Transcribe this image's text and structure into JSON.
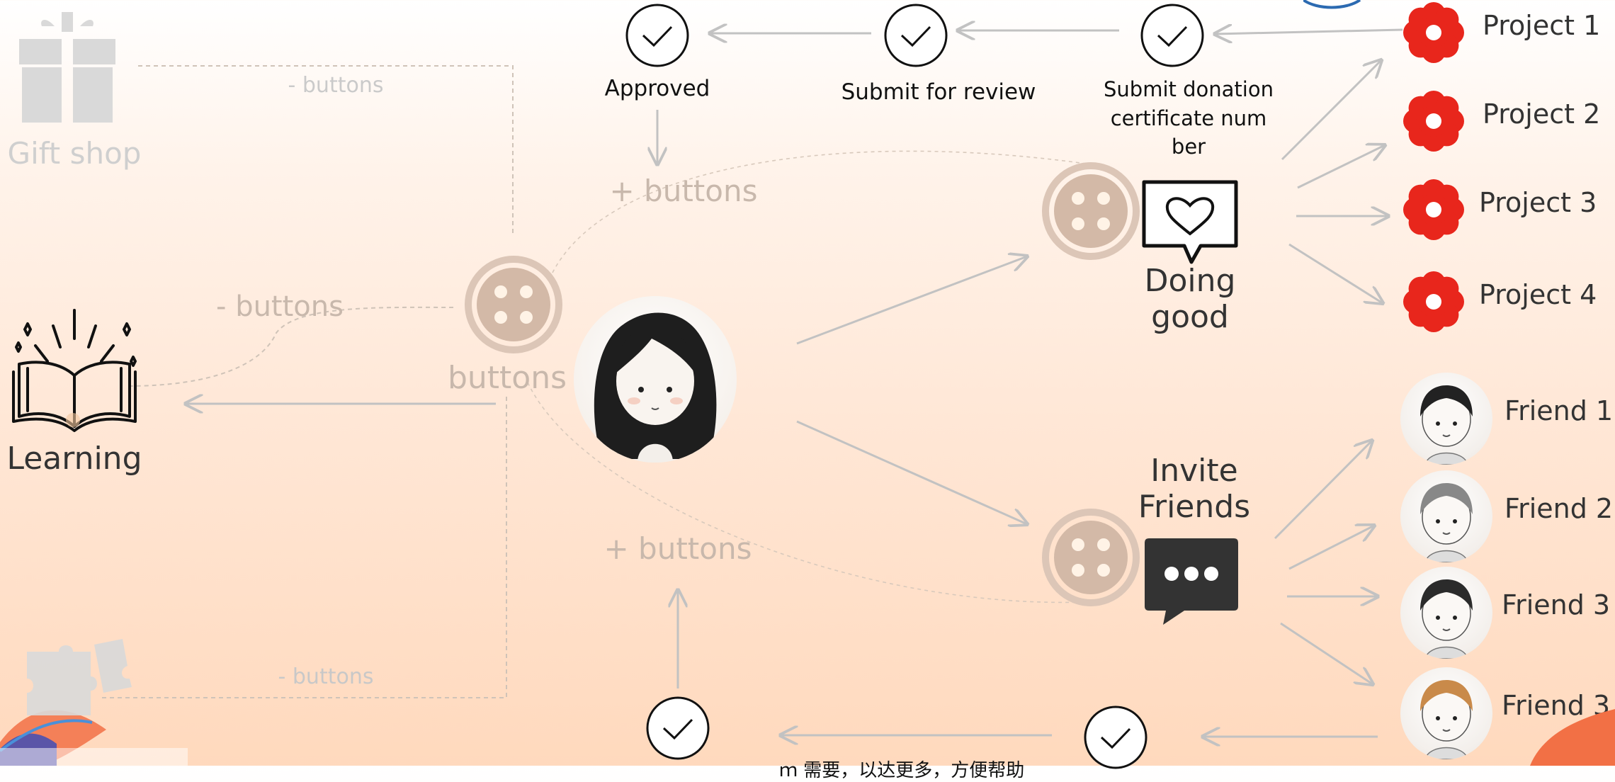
{
  "colors": {
    "connector": "#c2c2c2",
    "dashed": "#cfc3b8",
    "button_ring": "#d8bfae",
    "button_fill": "#cbb0a0",
    "flower_red": "#e8261c",
    "ghost_text": "#c8b8ac",
    "dark_icon": "#333333"
  },
  "center": {
    "avatar_icon": "girl-avatar",
    "hub_label": "buttons"
  },
  "gift_shop": {
    "label": "Gift shop",
    "icon": "gift-icon",
    "edge_label": "- buttons"
  },
  "learning": {
    "label": "Learning",
    "icon": "open-book-icon",
    "edge_label": "- buttons"
  },
  "puzzle": {
    "icon": "puzzle-icon",
    "edge_label": "- buttons"
  },
  "doing_good": {
    "label": "Doing good",
    "icon": "heart-speech-bubble-icon",
    "plus_label": "+ buttons",
    "flow": [
      "Approved",
      "Submit for review",
      "Submit donation certificate num ber"
    ],
    "projects": [
      "Project 1",
      "Project 2",
      "Project 3",
      "Project 4"
    ]
  },
  "invite_friends": {
    "label": "Invite Friends",
    "icon": "chat-bubble-icon",
    "plus_label": "+ buttons",
    "friends": [
      "Friend 1",
      "Friend 2",
      "Friend 3",
      "Friend 3"
    ],
    "bottom_text": "ｍ 需要，以达更多，方便帮助"
  }
}
